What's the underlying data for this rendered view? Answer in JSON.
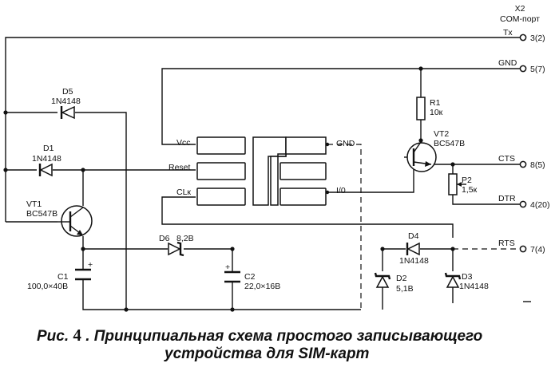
{
  "connector": {
    "ref": "X2",
    "name": "COM-порт",
    "pins": {
      "tx": {
        "signal": "Tx",
        "number": "3(2)"
      },
      "gnd": {
        "signal": "GND",
        "number": "5(7)"
      },
      "cts": {
        "signal": "CTS",
        "number": "8(5)"
      },
      "dtr": {
        "signal": "DTR",
        "number": "4(20)"
      },
      "rts": {
        "signal": "RTS",
        "number": "7(4)"
      }
    }
  },
  "sim_card": {
    "vcc": "Vcc",
    "reset": "Reset",
    "clk": "CLк",
    "gnd": "GND",
    "io": "I/0"
  },
  "components": {
    "d5": {
      "ref": "D5",
      "value": "1N4148"
    },
    "d1": {
      "ref": "D1",
      "value": "1N4148"
    },
    "vt1": {
      "ref": "VT1",
      "value": "BC547B"
    },
    "c1": {
      "ref": "C1",
      "value": "100,0×40B",
      "polarity": "+"
    },
    "d6": {
      "ref": "D6",
      "value": "8,2B"
    },
    "c2": {
      "ref": "C2",
      "value": "22,0×16B",
      "polarity": "+"
    },
    "d2": {
      "ref": "D2",
      "value": "5,1B"
    },
    "d4": {
      "ref": "D4",
      "value": "1N4148"
    },
    "d3": {
      "ref": "D3",
      "value": "1N4148"
    },
    "r1": {
      "ref": "R1",
      "value": "10к"
    },
    "vt2": {
      "ref": "VT2",
      "value": "BC547B"
    },
    "p2": {
      "ref": "P2",
      "value": "1,5к"
    }
  },
  "caption": {
    "prefix": "Рис.",
    "number": "4",
    "line1_rest": ". Принципиальная схема простого записывающего",
    "line2": "устройства для SIM-карт"
  }
}
